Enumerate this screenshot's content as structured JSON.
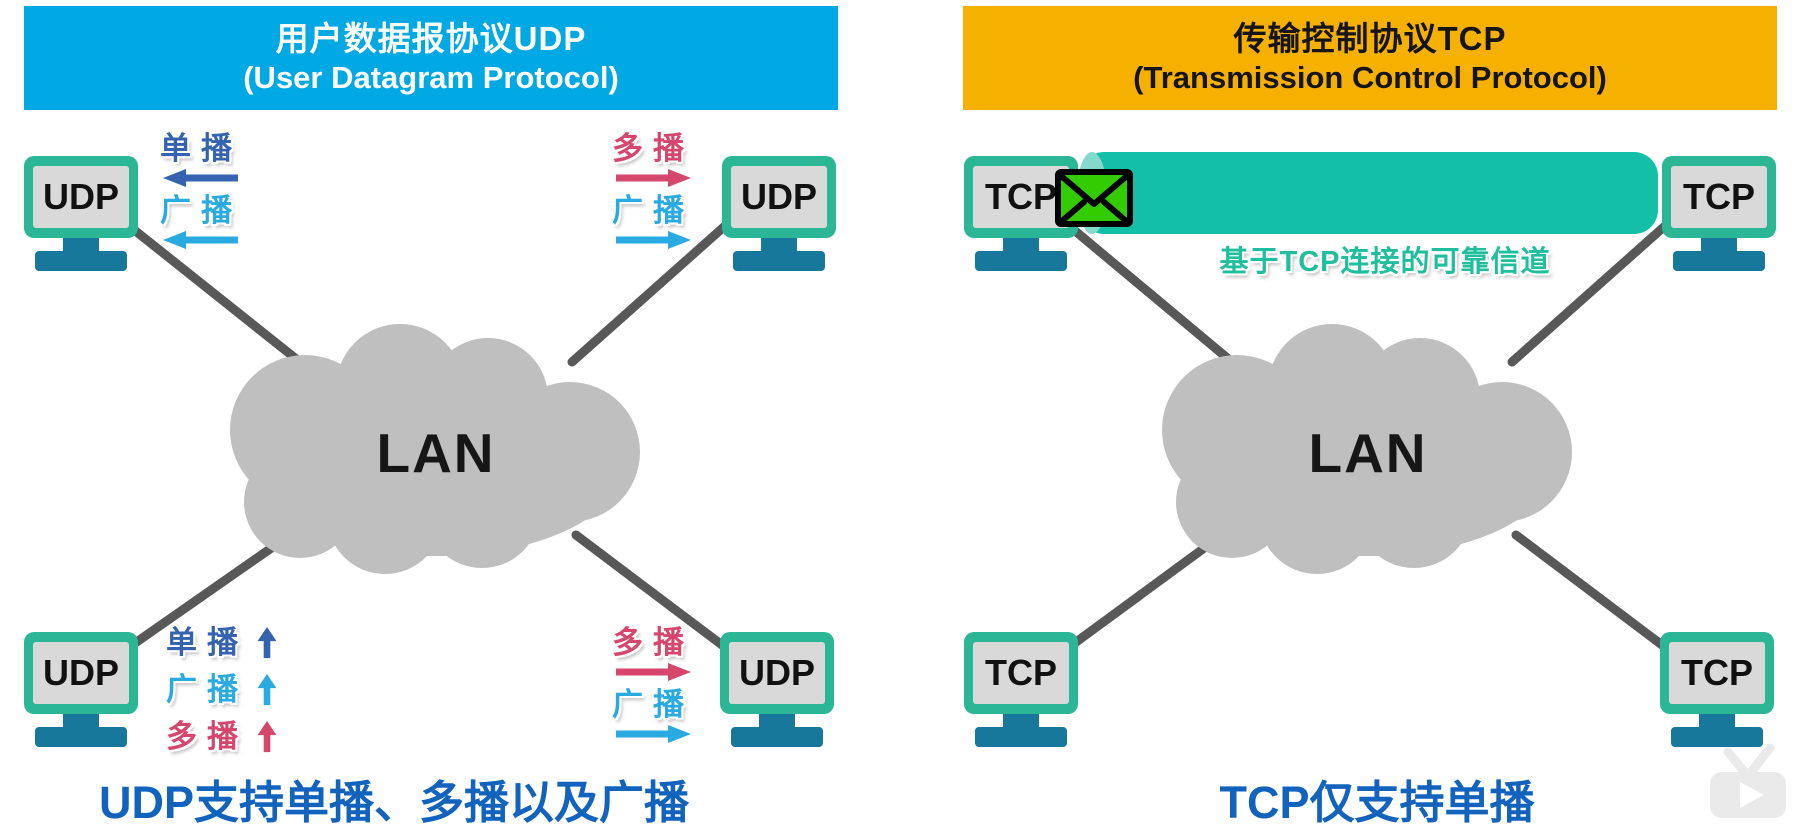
{
  "colors": {
    "udp_header_bg": "#00A8E4",
    "tcp_header_bg": "#F6B100",
    "monitor_frame": "#2BB696",
    "monitor_screen": "#D9D9D9",
    "monitor_stand": "#17789B",
    "cloud_fill": "#BFBFBF",
    "line_color": "#585858",
    "pipe_fill": "#13BFA6",
    "pipe_end": "#85D9CC",
    "envelope_fill": "#33CC00",
    "envelope_border": "#000000",
    "unicast_color": "#3663B0",
    "broadcast_color": "#29ABE2",
    "multicast_color": "#D5476D",
    "caption_color": "#1263BE",
    "channel_label_color": "#1FBF9E"
  },
  "left_panel": {
    "header": {
      "title_cn": "用户数据报协议UDP",
      "title_en": "(User Datagram Protocol)"
    },
    "node_label": "UDP",
    "lan_label": "LAN",
    "caption": "UDP支持单播、多播以及广播",
    "labels": {
      "top_left": [
        {
          "text": "单播",
          "cast": "unicast",
          "arrow": "left"
        },
        {
          "text": "广播",
          "cast": "broadcast",
          "arrow": "left"
        }
      ],
      "top_right": [
        {
          "text": "多播",
          "cast": "multicast",
          "arrow": "right"
        },
        {
          "text": "广播",
          "cast": "broadcast",
          "arrow": "right"
        }
      ],
      "bottom_left": [
        {
          "text": "单播",
          "cast": "unicast",
          "arrow": "up"
        },
        {
          "text": "广播",
          "cast": "broadcast",
          "arrow": "up"
        },
        {
          "text": "多播",
          "cast": "multicast",
          "arrow": "up"
        }
      ],
      "bottom_right": [
        {
          "text": "多播",
          "cast": "multicast",
          "arrow": "right"
        },
        {
          "text": "广播",
          "cast": "broadcast",
          "arrow": "right"
        }
      ]
    }
  },
  "right_panel": {
    "header": {
      "title_cn": "传输控制协议TCP",
      "title_en": "(Transmission Control Protocol)"
    },
    "node_label": "TCP",
    "lan_label": "LAN",
    "caption": "TCP仅支持单播",
    "channel_label": "基于TCP连接的可靠信道",
    "envelope_icon": "envelope-icon"
  },
  "watermark": {
    "icon": "tv-play-icon"
  }
}
